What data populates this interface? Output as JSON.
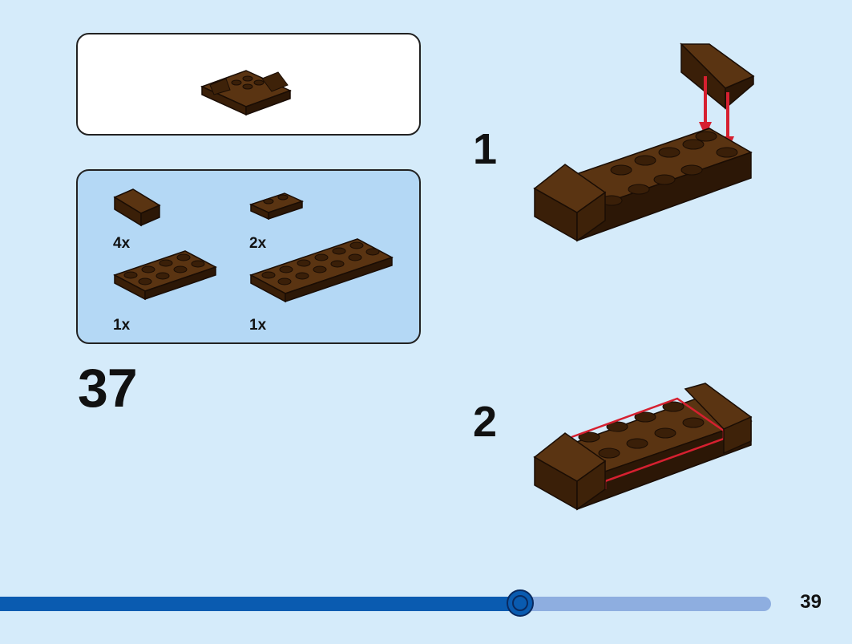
{
  "step": {
    "number": "37"
  },
  "parts_list": [
    {
      "qty": "4x",
      "part": "slope-brick-icon"
    },
    {
      "qty": "2x",
      "part": "plate-1x2-icon"
    },
    {
      "qty": "1x",
      "part": "plate-2x4-icon"
    },
    {
      "qty": "1x",
      "part": "plate-2x6-icon"
    }
  ],
  "substeps": [
    {
      "number": "1"
    },
    {
      "number": "2"
    }
  ],
  "page": {
    "number": "39"
  },
  "progress": {
    "fraction": 0.675
  },
  "colors": {
    "background": "#d5ebfa",
    "parts_panel": "#b4d8f5",
    "brick": "#4a2a0e",
    "arrow": "#d62030",
    "progress_fill": "#0a5bb0",
    "progress_track": "#8eaee0"
  }
}
